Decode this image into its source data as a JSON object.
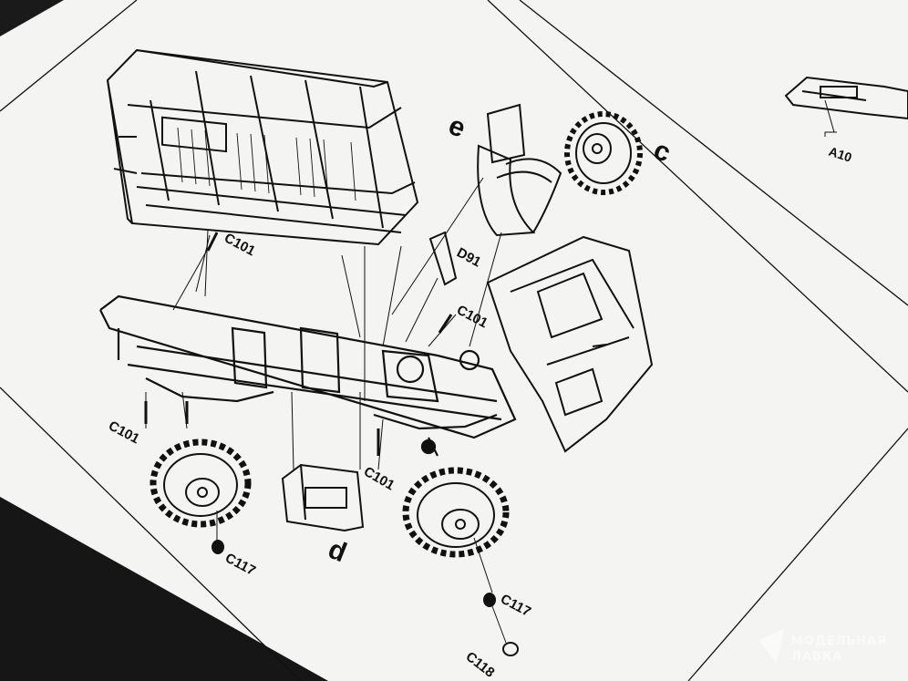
{
  "labels": {
    "c101_top": "C101",
    "c101_mid": "C101",
    "c101_left": "C101",
    "c101_bottom": "C101",
    "d91": "D91",
    "a10": "A10",
    "c117_left": "C117",
    "c117_right": "C117",
    "c118": "C118"
  },
  "steps": {
    "e": "e",
    "c": "c",
    "d": "d"
  },
  "watermark": {
    "line1": "МОДЕЛЬНАЯ",
    "line2": "ЛАВКА"
  },
  "colors": {
    "paper": "#f4f4f2",
    "ink": "#111111",
    "background": "#1a1a1a"
  }
}
